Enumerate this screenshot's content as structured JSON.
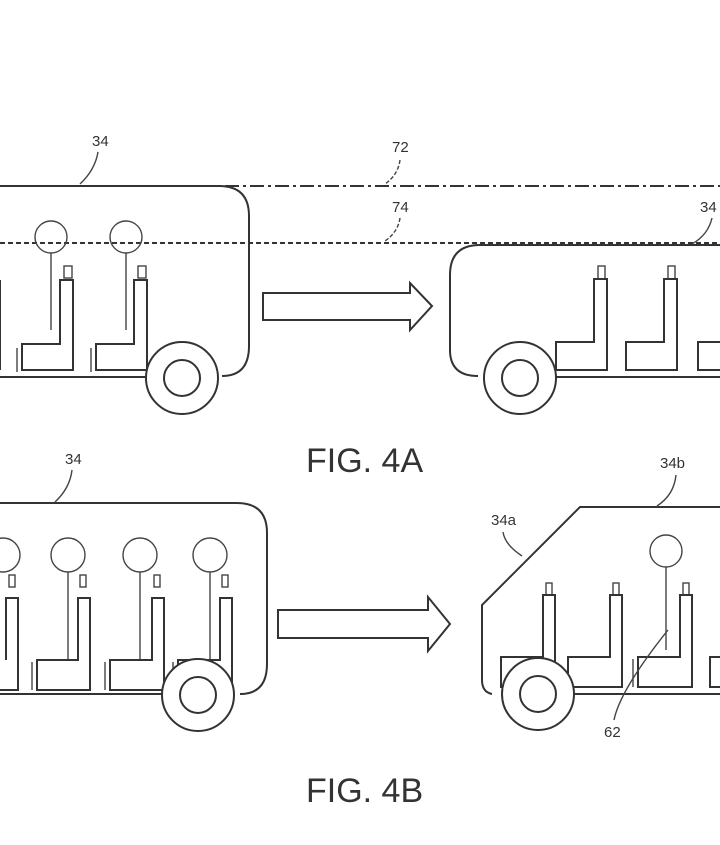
{
  "figure_4a": {
    "caption": "FIG. 4A",
    "labels": {
      "vehicle_before": "34",
      "line_upper": "72",
      "line_lower": "74",
      "vehicle_after": "34"
    }
  },
  "figure_4b": {
    "caption": "FIG. 4B",
    "labels": {
      "vehicle_before": "34",
      "front_section": "34a",
      "rear_section": "34b",
      "occupant": "62"
    }
  },
  "colors": {
    "line": "#333333",
    "background": "#ffffff"
  }
}
